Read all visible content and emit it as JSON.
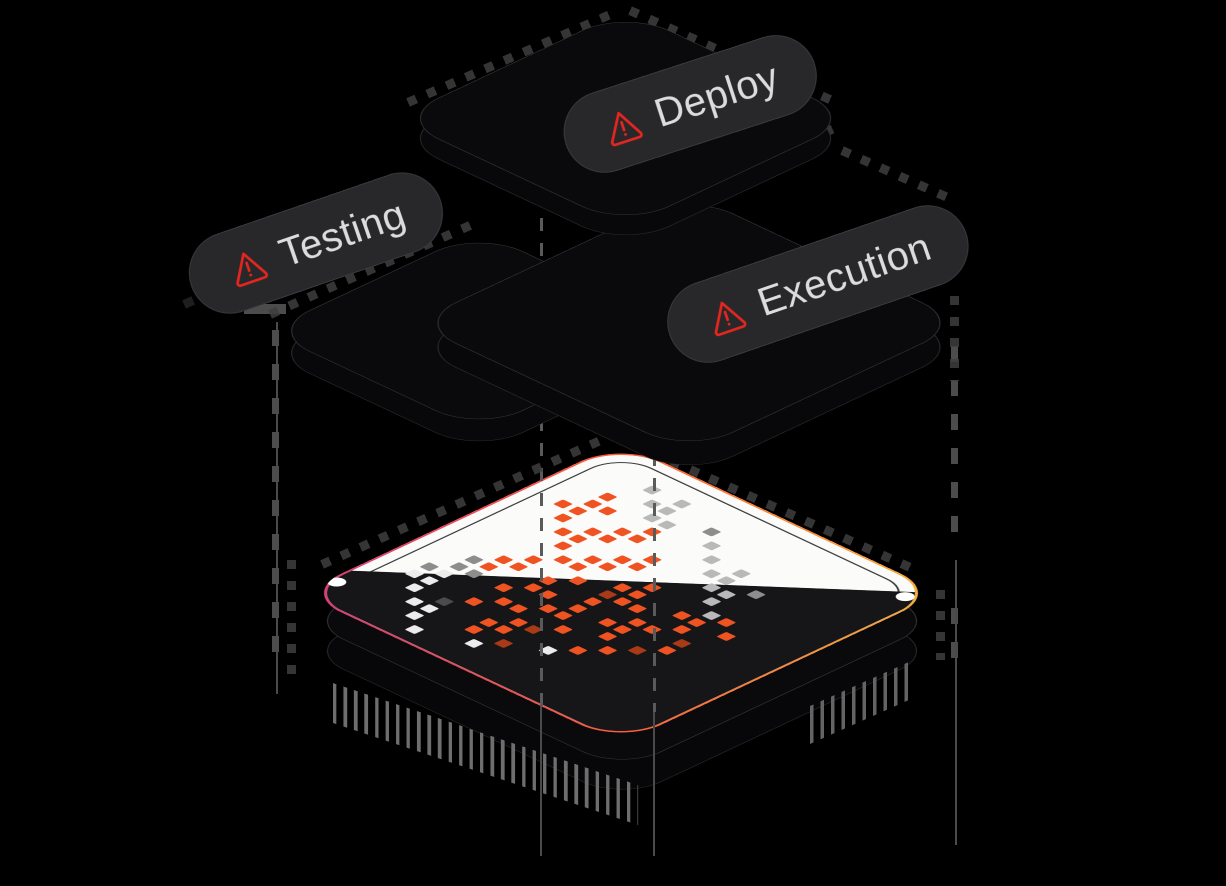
{
  "illustration": {
    "name": "pipeline-error-stack",
    "stages": [
      {
        "id": "testing",
        "label": "Testing",
        "icon": "warning-triangle-icon"
      },
      {
        "id": "deploy",
        "label": "Deploy",
        "icon": "warning-triangle-icon"
      },
      {
        "id": "execution",
        "label": "Execution",
        "icon": "warning-triangle-icon"
      }
    ],
    "colors": {
      "background": "#000000",
      "pill_bg": "#28282b",
      "pill_text": "#dcdcde",
      "warning_red": "#e3261f",
      "plate_fill": "#0a0a0c",
      "plate_outline": "#39393b",
      "rim_pink": "#d63d7d",
      "rim_orange": "#ff5f38",
      "rim_gold": "#f8b43e",
      "face_white": "#fbfbfa",
      "face_black": "#161618",
      "guide_grey": "#4e4e4e"
    },
    "chip": {
      "screw_count": 2,
      "palette": {
        "o": "#f05322",
        "O": "#a83a17",
        "r": "#c2431a",
        "w": "#ececec",
        "g": "#b9b9b9",
        "s": "#8d8d8d",
        "d": "#4b4b4b"
      },
      "pixel_matrix": [
        "..................",
        "...g.g............",
        "....gg..s.........",
        "..o..gg..g........",
        "..oo..o...g.g.....",
        ".oo..oo....gg.s...",
        "..o.oo..o...gg....",
        "...oo..oo....g....",
        "....o.oo..o...go..",
        ".....oo..oo..oo.o.",
        "....o..o.Ooo..o...",
        "...oo.o..o..oo.O..",
        "..so..oo.o.oo..o..",
        "..ss.o..oo..o.O...",
        ".sw...oo..o..o....",
        ".ww..o..oO..o.....",
        "..w.d..oo..w......",
        "...ww..o.O........",
        "....w...w.........",
        ".....w............"
      ]
    }
  }
}
